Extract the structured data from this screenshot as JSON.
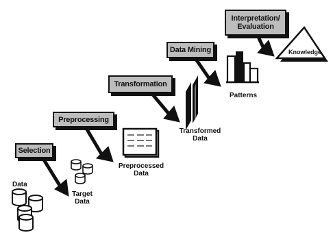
{
  "stages": {
    "selection": "Selection",
    "preprocessing": "Preprocessing",
    "transformation": "Transformation",
    "data_mining": "Data Mining",
    "interpretation_line1": "Interpretation/",
    "interpretation_line2": "Evaluation"
  },
  "artifacts": {
    "data": "Data",
    "target_line1": "Target",
    "target_line2": "Data",
    "preprocessed_line1": "Preprocessed",
    "preprocessed_line2": "Data",
    "transformed_line1": "Transformed",
    "transformed_line2": "Data",
    "patterns": "Patterns",
    "knowledge": "Knowledge"
  }
}
